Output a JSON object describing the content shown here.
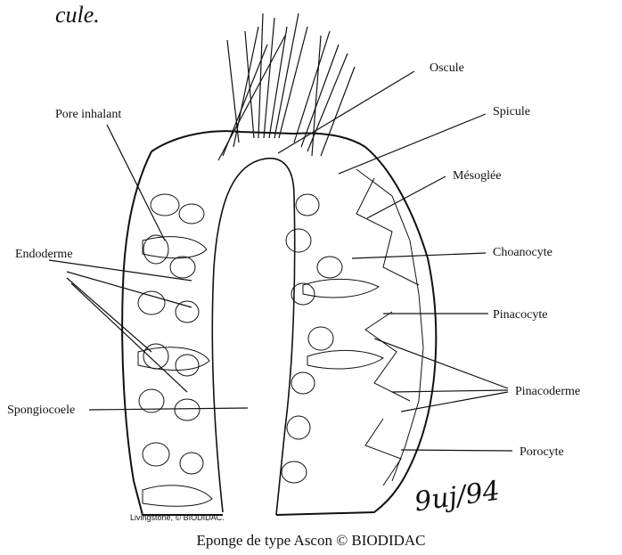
{
  "header": {
    "fragment": "cule."
  },
  "labels": {
    "oscule": "Oscule",
    "spicule": "Spicule",
    "pore_inhalant": "Pore inhalant",
    "mesoglee": "Mésoglée",
    "endoderme": "Endoderme",
    "choanocyte": "Choanocyte",
    "pinacocyte": "Pinacocyte",
    "pinacoderme": "Pinacoderme",
    "spongiocoele": "Spongiocoele",
    "porocyte": "Porocyte"
  },
  "credit": "Livingstone, © BIODIDAC.",
  "signature": "9uj/94",
  "caption": "Eponge de type Ascon © BIODIDAC"
}
